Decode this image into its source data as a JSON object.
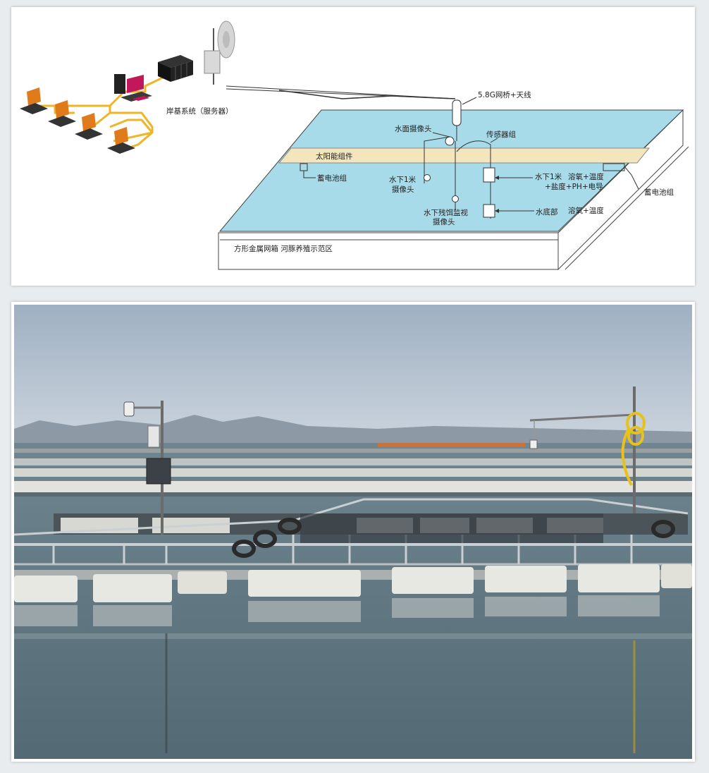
{
  "diagram": {
    "labels": {
      "bridge": "5.8G网桥+天线",
      "surface_camera": "水面摄像头",
      "sensor_group": "传感器组",
      "solar": "太阳能组件",
      "battery_left": "蓄电池组",
      "battery_right": "蓄电池组",
      "cam_1m_a": "水下1米",
      "cam_1m_b": "摄像头",
      "sensor_1m_a": "水下1米",
      "sensor_1m_b": "溶氧+温度",
      "sensor_1m_c": "+盐度+PH+电导",
      "bait_cam_a": "水下残饵监视",
      "bait_cam_b": "摄像头",
      "bottom_a": "水底部",
      "bottom_b": "溶氧+温度",
      "shore": "岸基系统（服务器）",
      "area": "方形金属网箱 河豚养殖示范区"
    },
    "colors": {
      "water": "#a8dbe9",
      "solar": "#f3e6bd",
      "cable": "#f0b429",
      "platform": "#ffffff"
    }
  },
  "photo": {
    "colors": {
      "sky_top": "#9fb0c2",
      "sky_bottom": "#c9d3dd",
      "sea": "#5f7682",
      "float": "#e8e8e2",
      "rope": "#e7c21a"
    }
  }
}
